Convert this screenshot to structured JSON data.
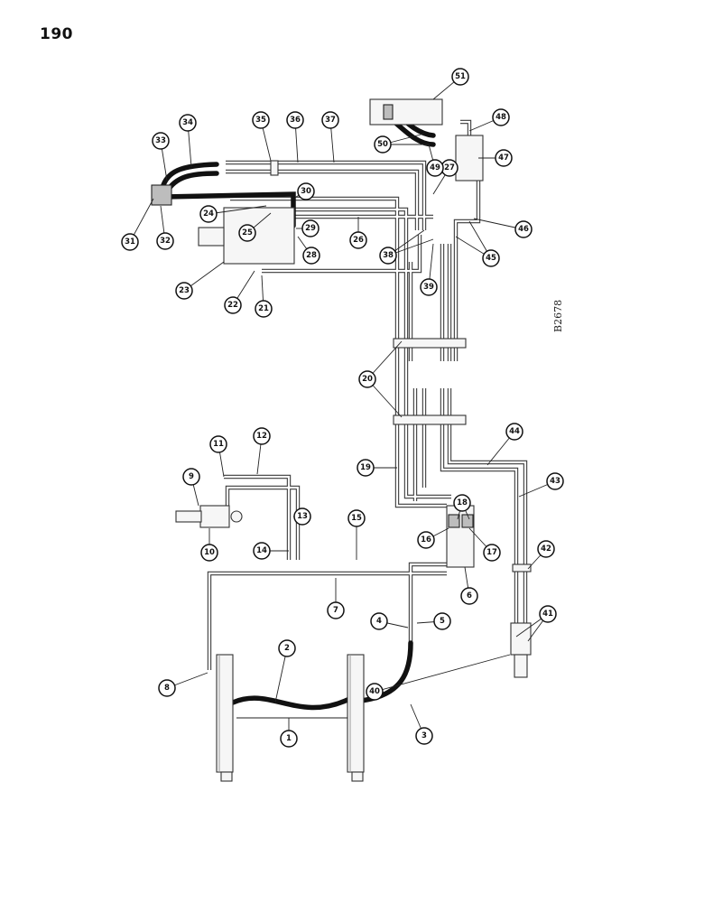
{
  "page": {
    "number": "190",
    "drawing_code": "B2678"
  },
  "callouts": [
    "1",
    "2",
    "3",
    "4",
    "5",
    "6",
    "7",
    "8",
    "9",
    "10",
    "11",
    "12",
    "13",
    "14",
    "15",
    "16",
    "17",
    "18",
    "19",
    "20",
    "21",
    "22",
    "23",
    "24",
    "25",
    "26",
    "27",
    "28",
    "29",
    "30",
    "31",
    "32",
    "33",
    "34",
    "35",
    "36",
    "37",
    "38",
    "39",
    "40",
    "41",
    "42",
    "43",
    "44",
    "45",
    "46",
    "47",
    "48",
    "49",
    "50",
    "51"
  ]
}
